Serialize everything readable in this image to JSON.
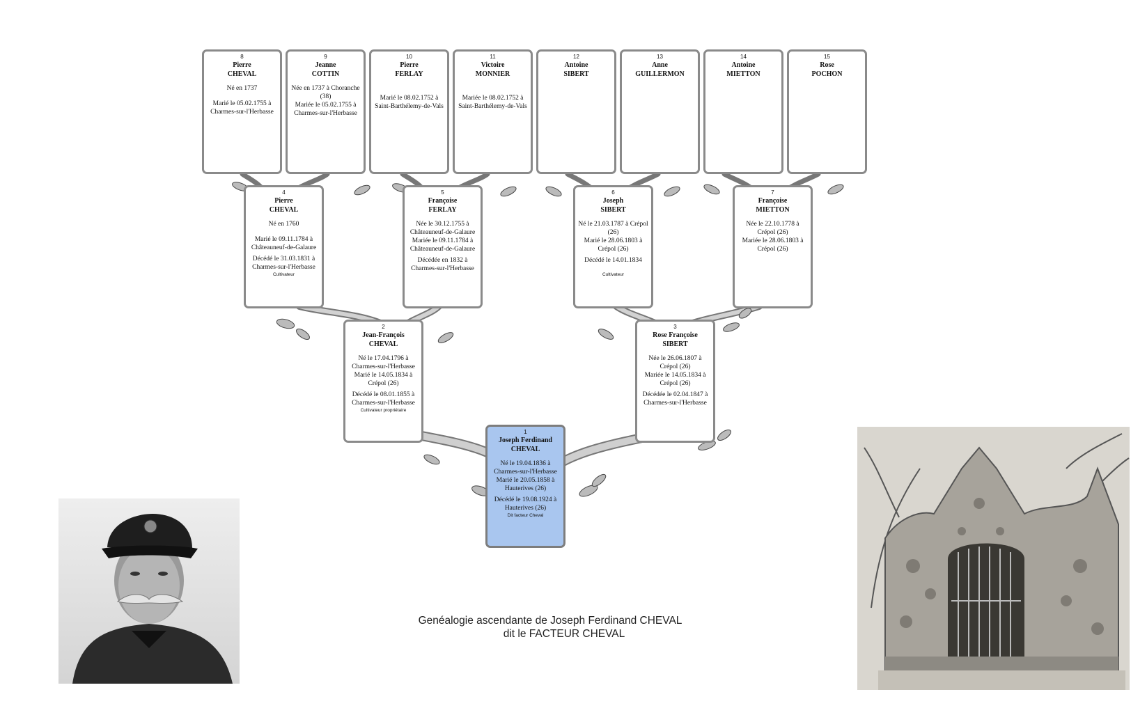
{
  "caption": {
    "line1": "Genéalogie ascendante de Joseph Ferdinand  CHEVAL",
    "line2": "dit le FACTEUR CHEVAL"
  },
  "colors": {
    "root_fill": "#a9c6ef",
    "card_border": "#8a8a8a",
    "branch": "#555555"
  },
  "people": {
    "p1": {
      "num": "1",
      "given": "Joseph Ferdinand",
      "surname": "CHEVAL",
      "e1": "Né le 19.04.1836  à",
      "e2": "Charmes-sur-l'Herbasse",
      "e3": "Marié le 20.05.1858  à",
      "e4": "Hauterives (26)",
      "e5": "Décédé le 19.08.1924  à",
      "e6": "Hauterives (26)",
      "occ": "Dit facteur Cheval"
    },
    "p2": {
      "num": "2",
      "given": "Jean-François",
      "surname": "CHEVAL",
      "e1": "Né le 17.04.1796  à",
      "e2": "Charmes-sur-l'Herbasse",
      "e3": "Marié le 14.05.1834  à",
      "e4": "Crépol (26)",
      "e5": "Décédé le 08.01.1855  à",
      "e6": "Charmes-sur-l'Herbasse",
      "occ": "Cultivateur propriétaire"
    },
    "p3": {
      "num": "3",
      "given": "Rose Françoise",
      "surname": "SIBERT",
      "e1": "Née le 26.06.1807  à",
      "e2": "Crépol (26)",
      "e3": "Mariée le 14.05.1834  à",
      "e4": "Crépol (26)",
      "e5": "Décédée le 02.04.1847  à",
      "e6": "Charmes-sur-l'Herbasse"
    },
    "p4": {
      "num": "4",
      "given": "Pierre",
      "surname": "CHEVAL",
      "e1": "Né en 1760",
      "e3": "Marié le 09.11.1784  à",
      "e4": "Châteauneuf-de-Galaure",
      "e5": "Décédé le 31.03.1831  à",
      "e6": "Charmes-sur-l'Herbasse",
      "occ": "Cultivateur"
    },
    "p5": {
      "num": "5",
      "given": "Françoise",
      "surname": "FERLAY",
      "e1": "Née le 30.12.1755  à",
      "e2": "Châteauneuf-de-Galaure",
      "e3": "Mariée le 09.11.1784  à",
      "e4": "Châteauneuf-de-Galaure",
      "e5": "Décédée en 1832  à",
      "e6": "Charmes-sur-l'Herbasse"
    },
    "p6": {
      "num": "6",
      "given": "Joseph",
      "surname": "SIBERT",
      "e1": "Né le 21.03.1787  à Crépol",
      "e2": "(26)",
      "e3": "Marié le 28.06.1803  à",
      "e4": "Crépol (26)",
      "e5": "Décédé le 14.01.1834",
      "occ": "Cultivateur"
    },
    "p7": {
      "num": "7",
      "given": "Françoise",
      "surname": "MIETTON",
      "e1": "Née le 22.10.1778  à",
      "e2": "Crépol (26)",
      "e3": "Mariée le 28.06.1803  à",
      "e4": "Crépol (26)"
    },
    "p8": {
      "num": "8",
      "given": "Pierre",
      "surname": "CHEVAL",
      "e1": "Né en 1737",
      "e3": "Marié le 05.02.1755  à",
      "e4": "Charmes-sur-l'Herbasse"
    },
    "p9": {
      "num": "9",
      "given": "Jeanne",
      "surname": "COTTIN",
      "e1": "Née en 1737  à Choranche",
      "e2": "(38)",
      "e3": "Mariée le 05.02.1755  à",
      "e4": "Charmes-sur-l'Herbasse"
    },
    "p10": {
      "num": "10",
      "given": "Pierre",
      "surname": "FERLAY",
      "e3": "Marié le 08.02.1752  à",
      "e4": "Saint-Barthélemy-de-Vals"
    },
    "p11": {
      "num": "11",
      "given": "Victoire",
      "surname": "MONNIER",
      "e3": "Mariée le 08.02.1752  à",
      "e4": "Saint-Barthélemy-de-Vals"
    },
    "p12": {
      "num": "12",
      "given": "Antoine",
      "surname": "SIBERT"
    },
    "p13": {
      "num": "13",
      "given": "Anne",
      "surname": "GUILLERMON"
    },
    "p14": {
      "num": "14",
      "given": "Antoine",
      "surname": "MIETTON"
    },
    "p15": {
      "num": "15",
      "given": "Rose",
      "surname": "POCHON"
    }
  }
}
